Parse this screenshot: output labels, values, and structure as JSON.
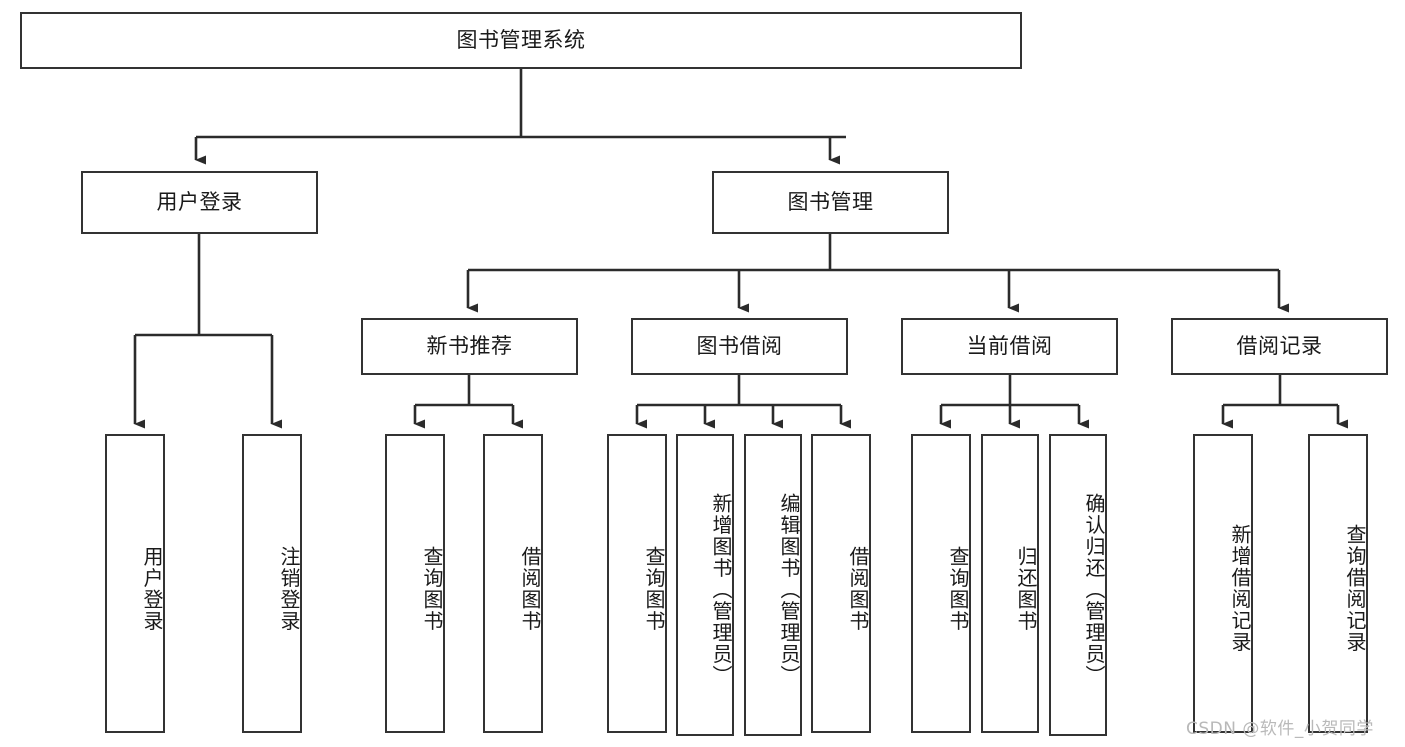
{
  "diagram": {
    "title": "图书管理系统",
    "type": "hierarchy-tree",
    "root": {
      "label": "图书管理系统"
    },
    "level1": [
      {
        "label": "用户登录"
      },
      {
        "label": "图书管理"
      }
    ],
    "level2": [
      {
        "label": "新书推荐"
      },
      {
        "label": "图书借阅"
      },
      {
        "label": "当前借阅"
      },
      {
        "label": "借阅记录"
      }
    ],
    "leaves": {
      "user_login": [
        {
          "label": "用户登录"
        },
        {
          "label": "注销登录"
        }
      ],
      "new_book_recommend": [
        {
          "label": "查询图书"
        },
        {
          "label": "借阅图书"
        }
      ],
      "book_borrow": [
        {
          "label": "查询图书"
        },
        {
          "label": "新增图书（管理员）"
        },
        {
          "label": "编辑图书（管理员）"
        },
        {
          "label": "借阅图书"
        }
      ],
      "current_borrow": [
        {
          "label": "查询图书"
        },
        {
          "label": "归还图书"
        },
        {
          "label": "确认归还（管理员）"
        }
      ],
      "borrow_record": [
        {
          "label": "新增借阅记录"
        },
        {
          "label": "查询借阅记录"
        }
      ]
    }
  },
  "watermark": {
    "text": "CSDN @软件_小贺同学"
  },
  "colors": {
    "stroke": "#333333",
    "background": "#ffffff",
    "text": "#1a1a1a",
    "watermark": "#b9b9b9"
  }
}
